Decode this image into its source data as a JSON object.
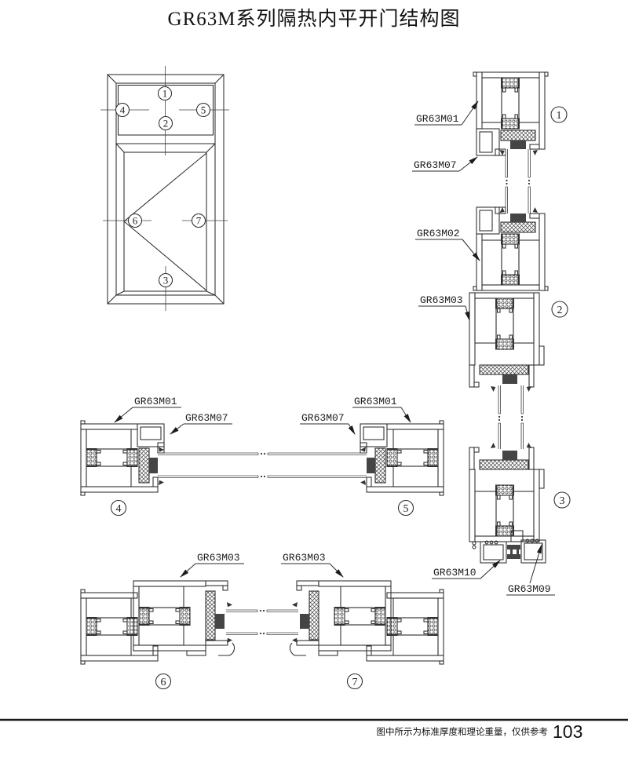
{
  "title": "GR63M系列隔热内平开门结构图",
  "footer": {
    "note": "图中所示为标准厚度和理论重量，仅供参考",
    "page": "103"
  },
  "markers": [
    "1",
    "2",
    "3",
    "4",
    "5",
    "6",
    "7"
  ],
  "labels": {
    "v1_frame": "GR63M01",
    "v1_bead": "GR63M07",
    "v2_mullion": "GR63M02",
    "v2_sash": "GR63M03",
    "v3_sill": "GR63M10",
    "v3_adapter": "GR63M09",
    "h4_frame": "GR63M01",
    "h4_bead": "GR63M07",
    "h5_bead": "GR63M07",
    "h5_frame": "GR63M01",
    "h6_sash": "GR63M03",
    "h7_sash": "GR63M03"
  }
}
